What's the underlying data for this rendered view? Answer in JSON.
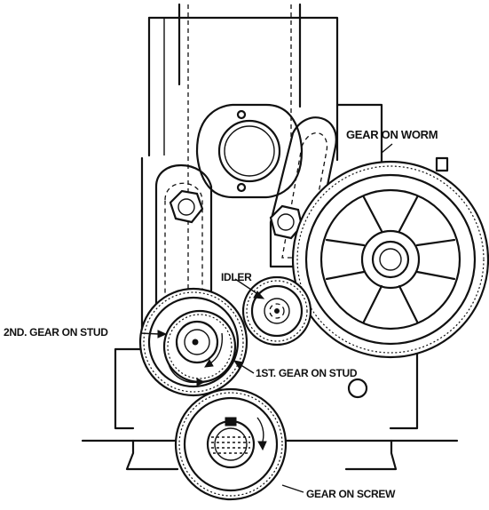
{
  "labels": {
    "gear_on_worm": "GEAR ON WORM",
    "idler": "IDLER",
    "second_gear_on_stud": "2ND. GEAR ON STUD",
    "first_gear_on_stud": "1ST. GEAR ON STUD",
    "gear_on_screw": "GEAR ON SCREW"
  },
  "colors": {
    "ink": "#111111",
    "paper": "#ffffff"
  }
}
